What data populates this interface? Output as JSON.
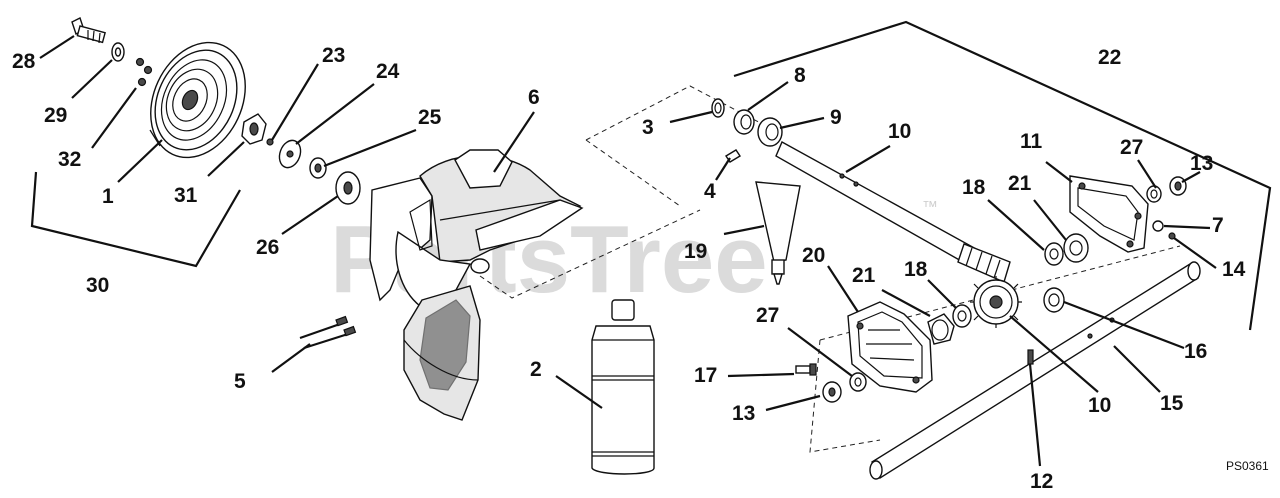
{
  "watermark": {
    "text": "PartsTree",
    "trademark": "™"
  },
  "drawing_code": "PS0361",
  "callouts": {
    "c28": "28",
    "c29": "29",
    "c32": "32",
    "c1": "1",
    "c30": "30",
    "c31": "31",
    "c23": "23",
    "c24": "24",
    "c25": "25",
    "c26": "26",
    "c6": "6",
    "c5": "5",
    "c2": "2",
    "c3": "3",
    "c8": "8",
    "c9": "9",
    "c4": "4",
    "c19": "19",
    "c10a": "10",
    "c22": "22",
    "c11": "11",
    "c27a": "27",
    "c13a": "13",
    "c18a": "18",
    "c21a": "21",
    "c7": "7",
    "c14": "14",
    "c20": "20",
    "c21b": "21",
    "c18b": "18",
    "c16": "16",
    "c27b": "27",
    "c17": "17",
    "c10b": "10",
    "c15": "15",
    "c13b": "13",
    "c12": "12"
  },
  "colors": {
    "line": "#111111",
    "watermark": "#cfcfcf",
    "background": "#ffffff"
  }
}
